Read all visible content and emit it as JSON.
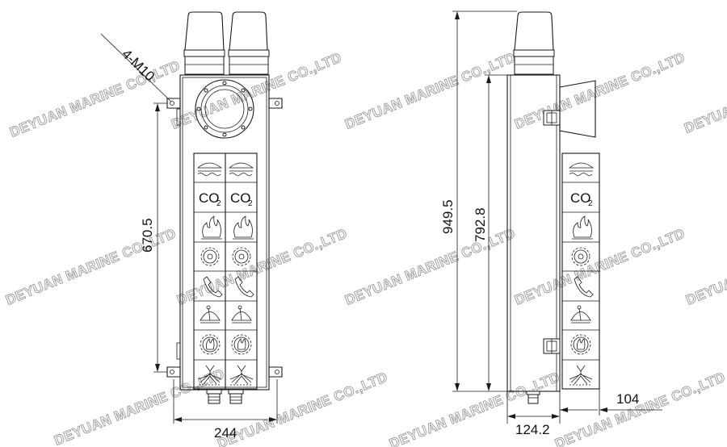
{
  "dimensions": {
    "width_front": "244",
    "height_panel": "670.5",
    "height_total": "949.5",
    "height_box": "792.8",
    "depth_box": "124.2",
    "depth_panel": "104",
    "bolt_spec": "4-M10"
  },
  "watermark": "DEYUAN MARINE CO.,LTD",
  "panel_labels": {
    "co2_main": "CO",
    "co2_sub": "2"
  },
  "panel_icons": [
    "fire-pump-icon",
    "co2-icon",
    "fire-icon",
    "gear-icon",
    "telephone-icon",
    "engine-telegraph-icon",
    "fire-gear-icon",
    "sprinkler-icon"
  ],
  "colors": {
    "line": "#1a1a1a",
    "watermark": "#9a9a9a"
  }
}
